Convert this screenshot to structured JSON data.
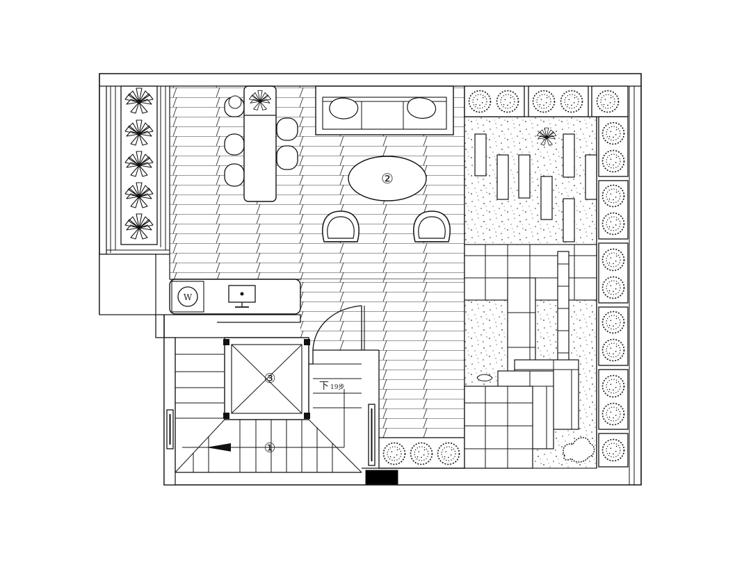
{
  "labels": {
    "circle_1": "①",
    "circle_2": "②",
    "circle_3": "③",
    "stair_down": "下",
    "stair_steps": "19步",
    "washer": "W"
  },
  "colors": {
    "line": "#1a1a1a",
    "fill": "#ffffff",
    "dark_block": "#000000"
  }
}
